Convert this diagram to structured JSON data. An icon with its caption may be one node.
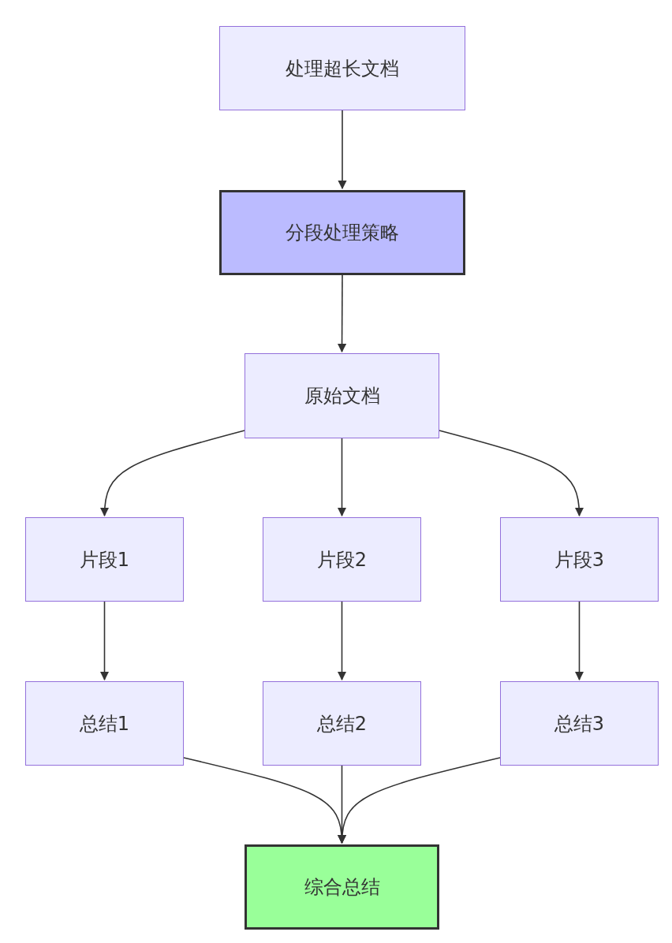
{
  "diagram": {
    "nodes": [
      {
        "text": [
          "处理超长文档"
        ]
      },
      {
        "text": [
          "分段处理策略"
        ]
      },
      {
        "text": [
          "原始文档"
        ]
      },
      {
        "text": [
          "片段1"
        ]
      },
      {
        "text": [
          "片段2"
        ]
      },
      {
        "text": [
          "片段3"
        ]
      },
      {
        "text": [
          "总结1"
        ]
      },
      {
        "text": [
          "总结2"
        ]
      },
      {
        "text": [
          "总结3"
        ]
      },
      {
        "text": [
          "综合总结"
        ]
      }
    ],
    "edges": [
      {
        "from": 0,
        "to": 1,
        "arrow": "to"
      },
      {
        "from": 1,
        "to": 2,
        "arrow": "to"
      },
      {
        "from": 2,
        "to": 3,
        "arrow": "to"
      },
      {
        "from": 2,
        "to": 4,
        "arrow": "to"
      },
      {
        "from": 2,
        "to": 5,
        "arrow": "to"
      },
      {
        "from": 3,
        "to": 6,
        "arrow": "to"
      },
      {
        "from": 4,
        "to": 7,
        "arrow": "to"
      },
      {
        "from": 5,
        "to": 8,
        "arrow": "to"
      },
      {
        "from": 6,
        "to": 9,
        "arrow": "to"
      },
      {
        "from": 7,
        "to": 9,
        "arrow": "to"
      },
      {
        "from": 8,
        "to": 9,
        "arrow": "to"
      }
    ]
  }
}
